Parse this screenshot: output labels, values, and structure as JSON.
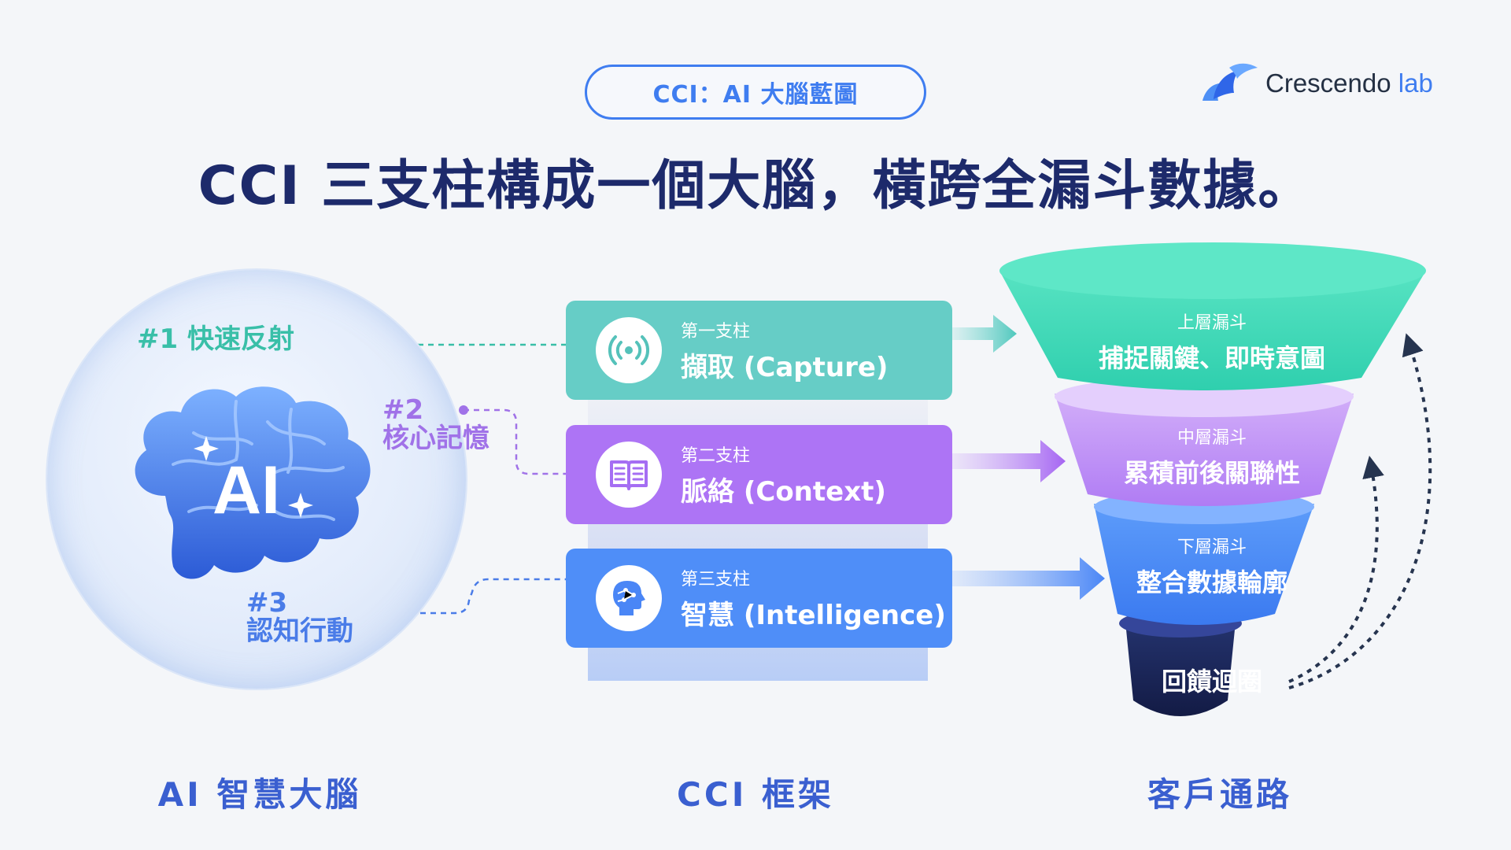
{
  "pill": "CCI：AI 大腦藍圖",
  "brand": {
    "name": "Crescendo",
    "suffix": "lab"
  },
  "headline": "CCI 三支柱構成一個大腦，橫跨全漏斗數據。",
  "brain": {
    "core_text": "AI",
    "labels": [
      {
        "num": "#1",
        "text": "快速反射",
        "inline": "#1 快速反射"
      },
      {
        "num": "#2",
        "text": "核心記憶"
      },
      {
        "num": "#3",
        "text": "認知行動"
      }
    ]
  },
  "pillars": [
    {
      "sub": "第一支柱",
      "title": "擷取 (Capture)",
      "icon": "broadcast-icon"
    },
    {
      "sub": "第二支柱",
      "title": "脈絡 (Context)",
      "icon": "book-icon"
    },
    {
      "sub": "第三支柱",
      "title": "智慧 (Intelligence)",
      "icon": "ai-head-icon"
    }
  ],
  "funnel": [
    {
      "sub": "上層漏斗",
      "title": "捕捉關鍵、即時意圖"
    },
    {
      "sub": "中層漏斗",
      "title": "累積前後關聯性"
    },
    {
      "sub": "下層漏斗",
      "title": "整合數據輪廓"
    },
    {
      "title": "回饋迴圈"
    }
  ],
  "footers": [
    "AI 智慧大腦",
    "CCI 框架",
    "客戶通路"
  ],
  "colors": {
    "teal": "#66cdc6",
    "purple": "#ad74f5",
    "blue": "#4f8ef8",
    "navy": "#1d2a6b",
    "accent": "#3f7df0"
  }
}
